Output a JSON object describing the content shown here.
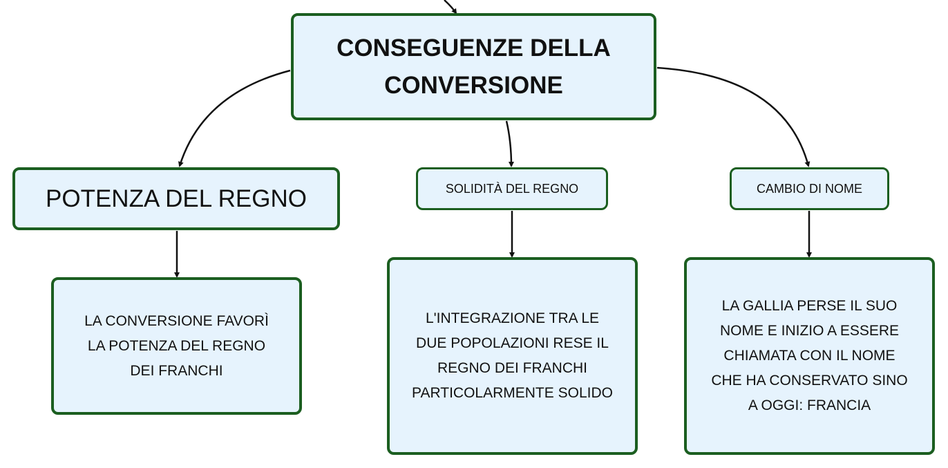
{
  "nodes": {
    "root": "CONSEGUENZE DELLA\nCONVERSIONE",
    "power": "POTENZA DEL REGNO",
    "solidity": "SOLIDITÀ DEL REGNO",
    "name_change": "CAMBIO DI NOME",
    "power_desc": "LA CONVERSIONE FAVORÌ\nLA POTENZA DEL REGNO\nDEI FRANCHI",
    "solidity_desc": "L'INTEGRAZIONE TRA LE\nDUE POPOLAZIONI RESE IL\nREGNO DEI FRANCHI\nPARTICOLARMENTE SOLIDO",
    "name_change_desc": "LA GALLIA PERSE IL SUO\nNOME E INIZIO A ESSERE\nCHIAMATA CON IL NOME\nCHE HA CONSERVATO SINO\nA OGGI: FRANCIA"
  },
  "colors": {
    "node_fill": "#e6f3fd",
    "node_border": "#1b5e20",
    "connector": "#111111"
  }
}
